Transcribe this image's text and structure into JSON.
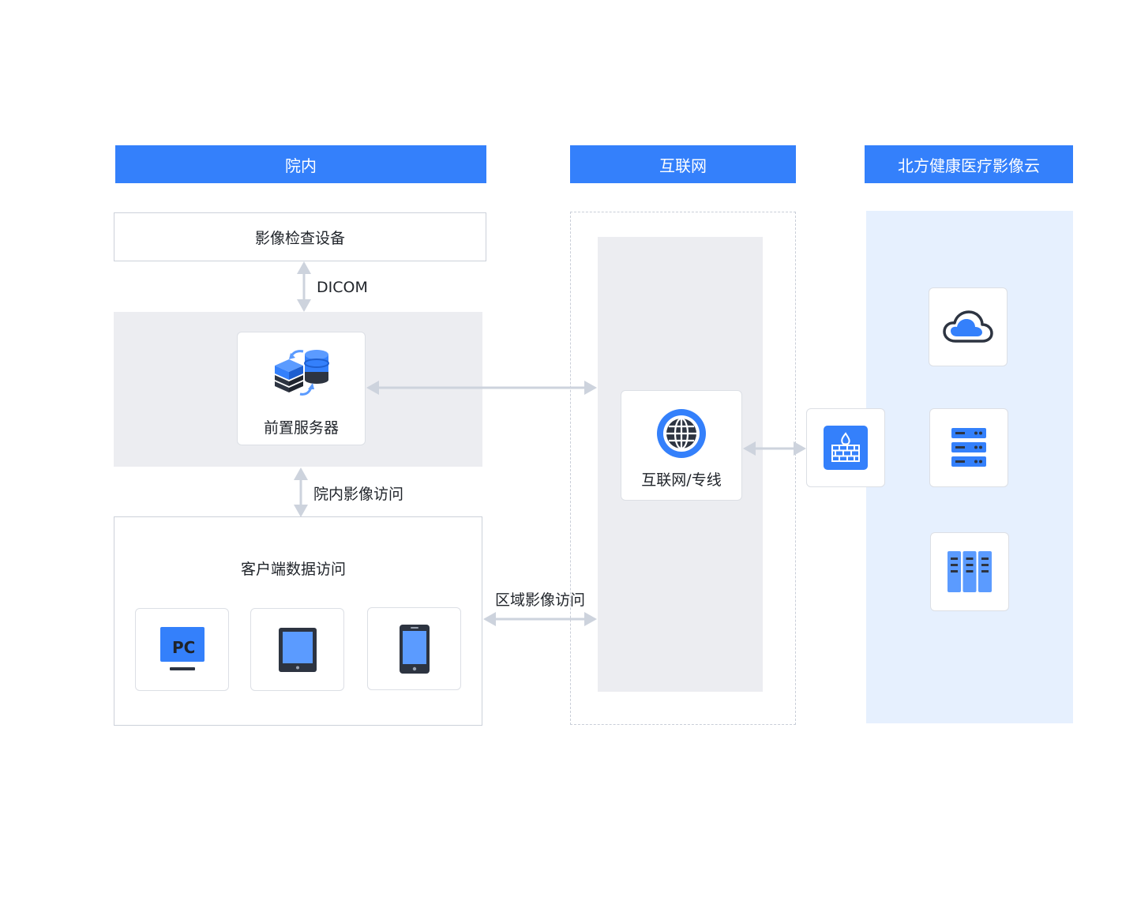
{
  "columns": {
    "hospital": "院内",
    "internet": "互联网",
    "cloud": "北方健康医疗影像云"
  },
  "nodes": {
    "imaging_device": "影像检查设备",
    "front_server": "前置服务器",
    "internet_line": "互联网/专线",
    "client_access": "客户端数据访问",
    "pc_text": "PC"
  },
  "edges": {
    "dicom": "DICOM",
    "internal_access": "院内影像访问",
    "regional_access": "区域影像访问"
  },
  "colors": {
    "brand": "#3480fb",
    "gray_zone": "#ecedf1",
    "cloud_zone": "#e6f0fe",
    "arrow": "#cdd3dd",
    "dark": "#2d3441"
  },
  "icons": {
    "server": "server-sync-icon",
    "globe": "globe-icon",
    "firewall": "firewall-icon",
    "cloud": "cloud-icon",
    "rack": "server-rack-icon",
    "storage": "storage-cabinet-icon",
    "pc": "pc-monitor-icon",
    "tablet": "tablet-icon",
    "phone": "phone-icon"
  }
}
